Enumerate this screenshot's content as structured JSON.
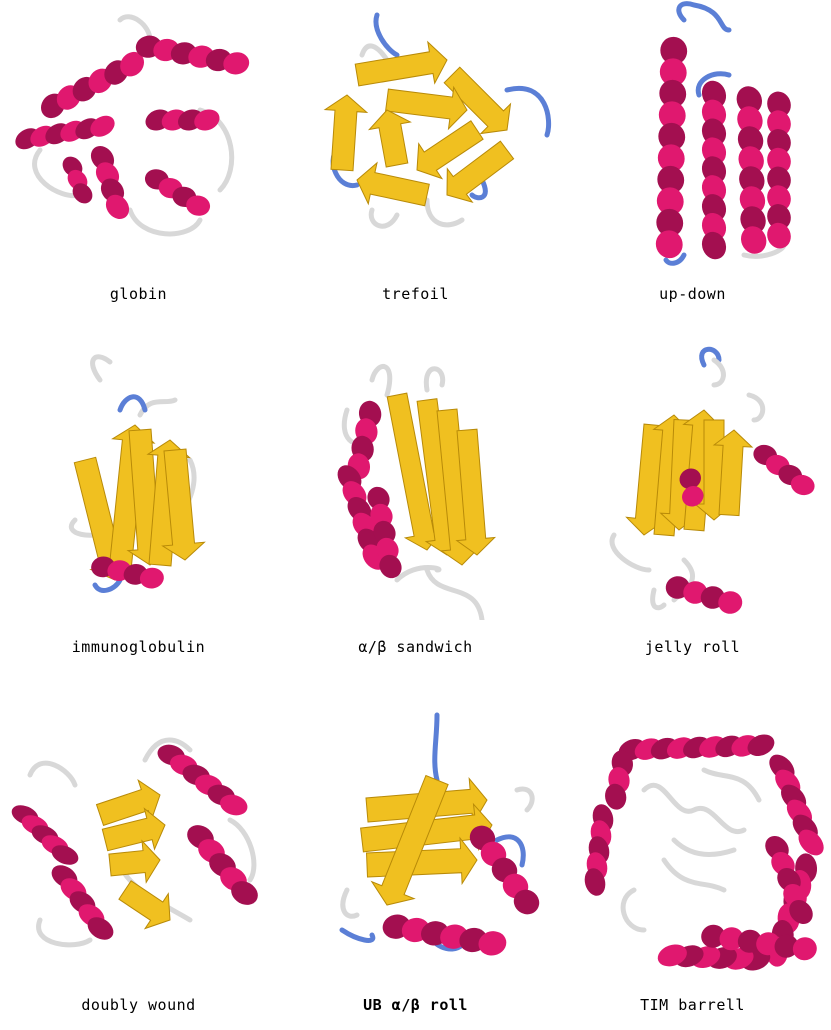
{
  "palette": {
    "helix": "#e0186f",
    "helix_dark": "#a30f50",
    "strand": "#f0c020",
    "strand_dark": "#b88a08",
    "coil": "#d8d8d8",
    "turn": "#5b7fd6"
  },
  "folds": [
    {
      "label": "globin",
      "bold": false,
      "elements": [
        "helix",
        "helix",
        "helix",
        "helix",
        "helix",
        "helix",
        "helix",
        "coil",
        "coil"
      ]
    },
    {
      "label": "trefoil",
      "bold": false,
      "elements": [
        "strand",
        "strand",
        "strand",
        "strand",
        "strand",
        "strand",
        "turn",
        "turn",
        "coil"
      ]
    },
    {
      "label": "up-down",
      "bold": false,
      "elements": [
        "helix",
        "helix",
        "helix",
        "helix",
        "turn",
        "coil"
      ]
    },
    {
      "label": "immunoglobulin",
      "bold": false,
      "elements": [
        "strand",
        "strand",
        "strand",
        "strand",
        "strand",
        "helix",
        "turn",
        "coil"
      ]
    },
    {
      "label": "α/β sandwich",
      "bold": false,
      "elements": [
        "strand",
        "strand",
        "strand",
        "helix",
        "helix",
        "helix",
        "coil"
      ]
    },
    {
      "label": "jelly roll",
      "bold": false,
      "elements": [
        "strand",
        "strand",
        "strand",
        "strand",
        "helix",
        "helix",
        "turn",
        "coil"
      ]
    },
    {
      "label": "doubly wound",
      "bold": false,
      "elements": [
        "strand",
        "strand",
        "strand",
        "helix",
        "helix",
        "helix",
        "helix",
        "coil"
      ]
    },
    {
      "label": "UB α/β roll",
      "bold": true,
      "elements": [
        "strand",
        "strand",
        "strand",
        "helix",
        "helix",
        "turn",
        "turn",
        "coil"
      ]
    },
    {
      "label": "TIM barrell",
      "bold": false,
      "elements": [
        "helix",
        "helix",
        "helix",
        "helix",
        "helix",
        "helix",
        "helix",
        "helix",
        "coil",
        "coil"
      ]
    }
  ]
}
